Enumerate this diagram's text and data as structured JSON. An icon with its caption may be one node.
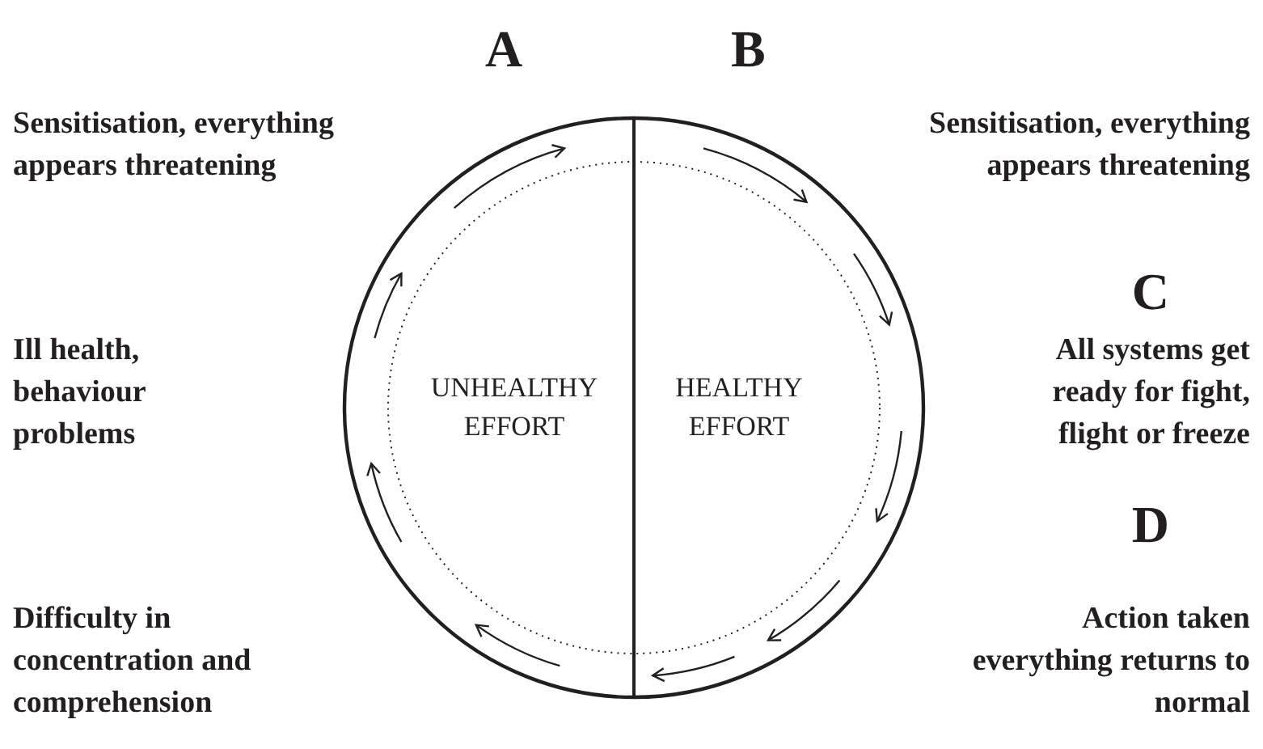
{
  "diagram": {
    "nodes": [
      {
        "text": [
          "UNHEALTHY EFFORT"
        ]
      },
      {
        "text": [
          "HEALTHY EFFORT"
        ]
      }
    ],
    "labels": [
      "A",
      "B",
      "Sensitisation, everything appears threatening",
      "Sensitisation, everything appears threatening",
      "C",
      "Ill health, behaviour problems",
      "All systems get ready for fight, flight or freeze",
      "D",
      "Difficulty in concentration and comprehension",
      "Action taken everything returns to normal"
    ]
  }
}
